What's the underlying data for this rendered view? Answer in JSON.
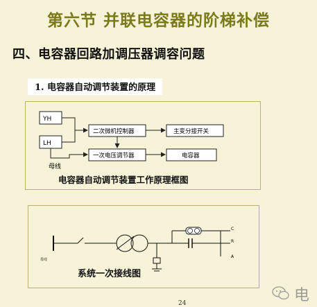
{
  "title": "第六节   并联电容器的阶梯补偿",
  "section": "四、电容器回路加调压器调容问题",
  "subsection": "1. 电容器自动调节装置的原理",
  "block_diagram": {
    "box_yh": "YH",
    "box_lh": "LH",
    "box_secondary_controller": "二次微机控制器",
    "box_main_switch": "主变分接开关",
    "box_primary_regulator": "一次电压调节器",
    "box_capacitor": "电容器",
    "label_busbar": "母线",
    "caption": "电容器自动调节装置工作原理框图"
  },
  "wiring_diagram": {
    "label_left": "母线",
    "label_c": "C",
    "label_r": "R",
    "label_a": "A",
    "caption": "系统一次接线图"
  },
  "page_number": "24",
  "watermark_char": "电"
}
